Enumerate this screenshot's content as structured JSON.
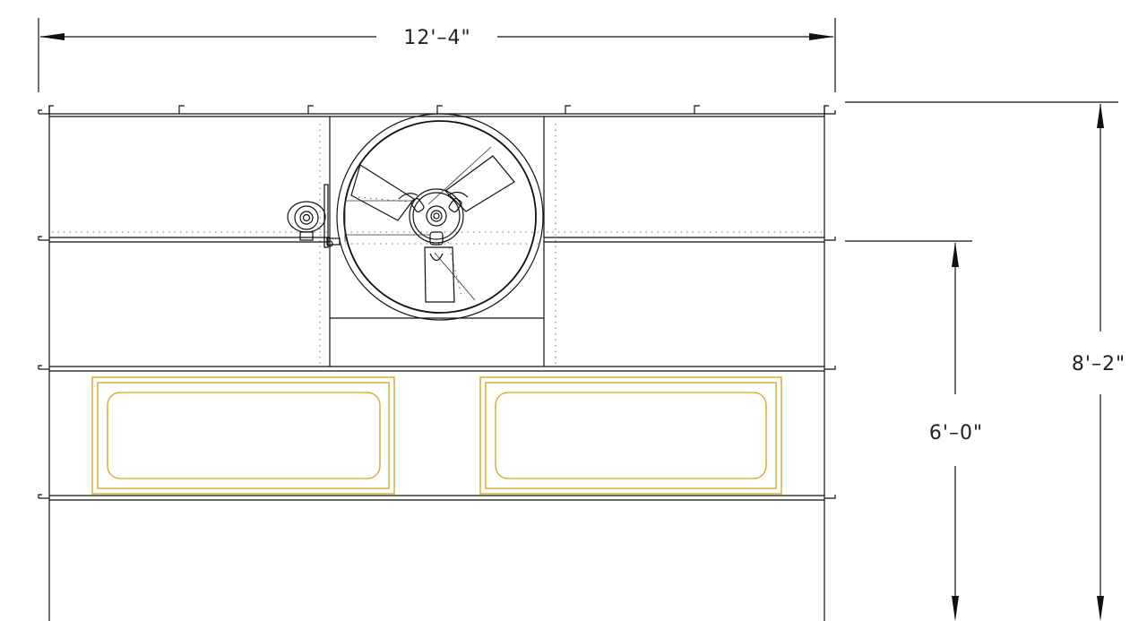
{
  "dimensions": {
    "overall_width": "12'–4\"",
    "overall_height": "8'–2\"",
    "lower_height": "6'–0\""
  },
  "colors": {
    "line": "#111111",
    "coil_frame": "#d9a21b",
    "hidden_line": "#3f9a3f",
    "background": "#ffffff"
  }
}
